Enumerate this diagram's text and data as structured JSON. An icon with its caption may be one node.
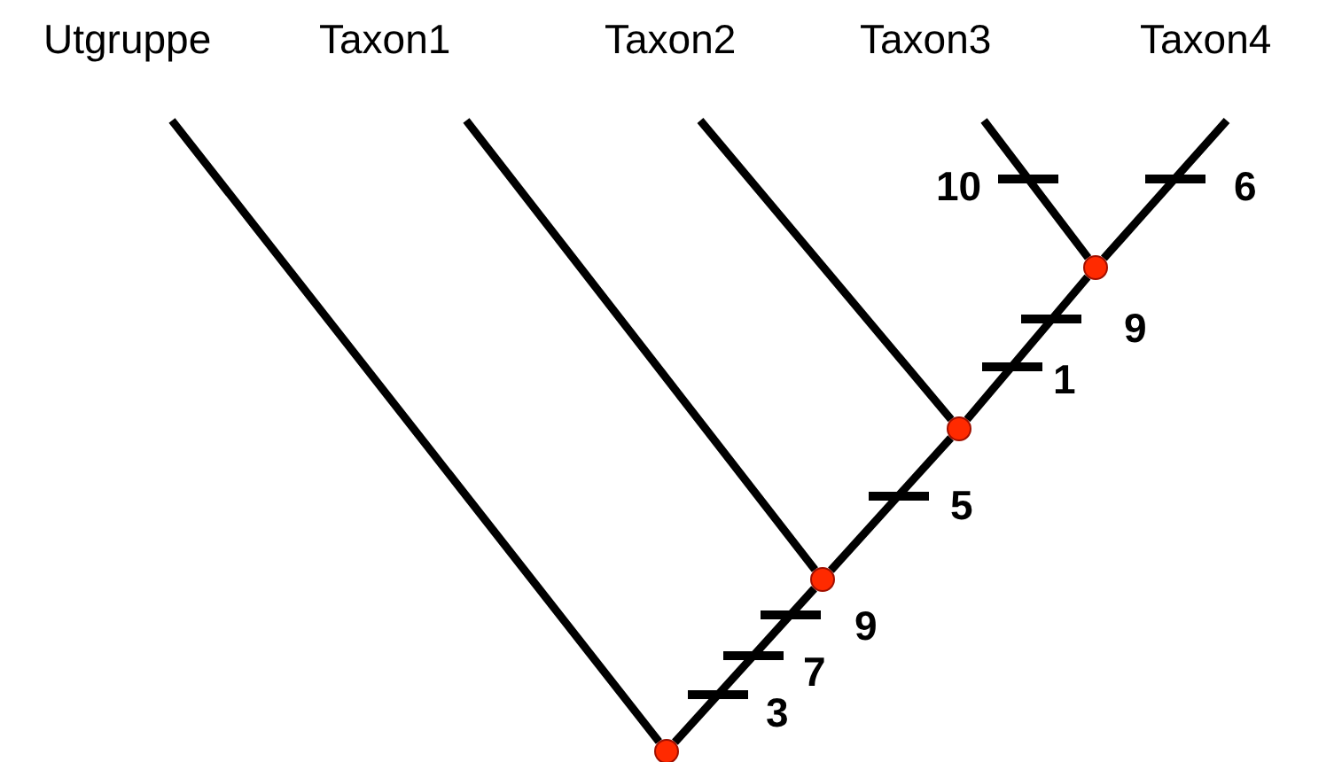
{
  "diagram": {
    "nodes": [
      {
        "text": [
          "Utgruppe"
        ]
      },
      {
        "text": [
          "Taxon1"
        ]
      },
      {
        "text": [
          "Taxon2"
        ]
      },
      {
        "text": [
          "Taxon3"
        ]
      },
      {
        "text": [
          "Taxon4"
        ]
      },
      {
        "text": [],
        "shape": "circle"
      },
      {
        "text": [],
        "shape": "circle"
      },
      {
        "text": [],
        "shape": "circle"
      },
      {
        "text": [],
        "shape": "circle"
      }
    ],
    "edges": [
      {
        "from": 5,
        "to": 0,
        "arrow": "none"
      },
      {
        "from": 5,
        "to": 6,
        "arrow": "none"
      },
      {
        "from": 6,
        "to": 1,
        "arrow": "none"
      },
      {
        "from": 6,
        "to": 7,
        "arrow": "none"
      },
      {
        "from": 7,
        "to": 2,
        "arrow": "none"
      },
      {
        "from": 7,
        "to": 8,
        "arrow": "none"
      },
      {
        "from": 8,
        "to": 3,
        "arrow": "none"
      },
      {
        "from": 8,
        "to": 4,
        "arrow": "none"
      }
    ],
    "labels": [
      "10",
      "6",
      "9",
      "1",
      "5",
      "9",
      "7",
      "3"
    ]
  }
}
